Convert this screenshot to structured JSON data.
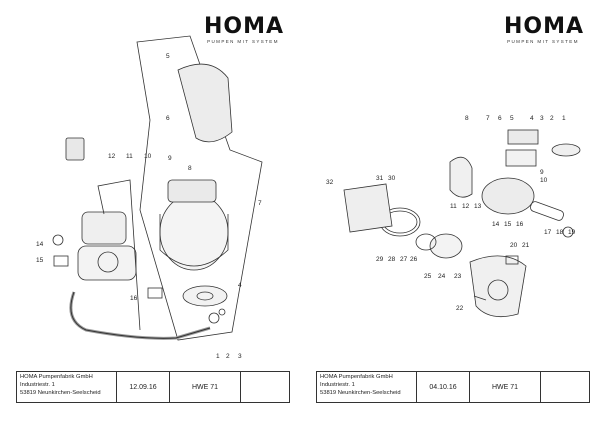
{
  "brand": {
    "name": "HOMA",
    "tagline": "PUMPEN MIT SYSTEM"
  },
  "sheets": [
    {
      "callouts": [
        "1",
        "2",
        "3",
        "4",
        "5",
        "6",
        "7",
        "8",
        "9",
        "10",
        "11",
        "12",
        "14",
        "15",
        "16"
      ],
      "footer": {
        "company": "HOMA Pumpenfabrik GmbH",
        "street": "Industriestr. 1",
        "city": "53819 Neunkirchen-Seelscheid",
        "date": "12.09.16",
        "model": "HWE 71"
      }
    },
    {
      "callouts": [
        "1",
        "2",
        "3",
        "4",
        "5",
        "6",
        "7",
        "8",
        "9",
        "10",
        "11",
        "12",
        "13",
        "14",
        "15",
        "16",
        "17",
        "18",
        "19",
        "20",
        "21",
        "22",
        "23",
        "24",
        "25",
        "26",
        "27",
        "28",
        "29",
        "30",
        "31",
        "32"
      ],
      "footer": {
        "company": "HOMA Pumpenfabrik GmbH",
        "street": "Industriestr. 1",
        "city": "53819 Neunkirchen-Seelscheid",
        "date": "04.10.16",
        "model": "HWE 71"
      }
    }
  ]
}
